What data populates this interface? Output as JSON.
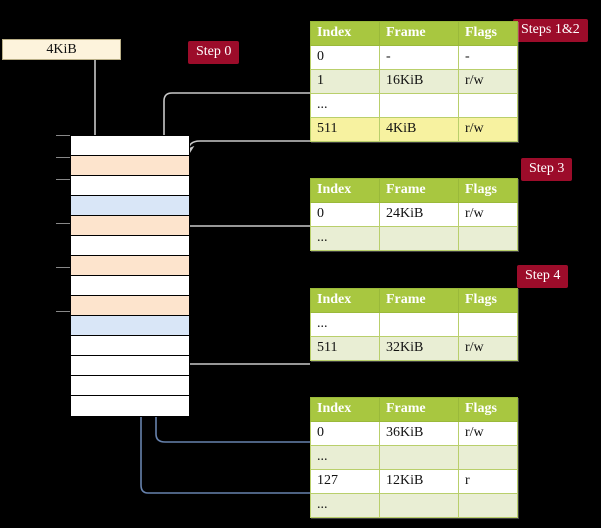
{
  "page": {
    "background": "#000000",
    "accent_badge": "#9c0c2a",
    "table_header": "#a8c740",
    "table_alt_row": "#e9eed4",
    "highlight_row": "#f7f2a0",
    "orange_frame": "#fde4cd",
    "blue_frame": "#d9e6f7"
  },
  "source_box": {
    "label": "4KiB"
  },
  "badges": {
    "step0": "Step 0",
    "steps12": "Steps 1&2",
    "step3": "Step 3",
    "step4": "Step 4"
  },
  "tables": [
    {
      "name": "pml4-table",
      "headers": [
        "Index",
        "Frame",
        "Flags"
      ],
      "rows": [
        {
          "style": "plain",
          "cells": [
            "0",
            "-",
            "-"
          ]
        },
        {
          "style": "alt",
          "cells": [
            "1",
            "16KiB",
            "r/w"
          ]
        },
        {
          "style": "plain",
          "cells": [
            "...",
            "",
            ""
          ]
        },
        {
          "style": "highlight",
          "cells": [
            "511",
            "4KiB",
            "r/w"
          ]
        }
      ]
    },
    {
      "name": "pdpt-table",
      "headers": [
        "Index",
        "Frame",
        "Flags"
      ],
      "rows": [
        {
          "style": "plain",
          "cells": [
            "0",
            "24KiB",
            "r/w"
          ]
        },
        {
          "style": "alt",
          "cells": [
            "...",
            "",
            ""
          ]
        }
      ]
    },
    {
      "name": "pd-table",
      "headers": [
        "Index",
        "Frame",
        "Flags"
      ],
      "rows": [
        {
          "style": "plain",
          "cells": [
            "...",
            "",
            ""
          ]
        },
        {
          "style": "alt",
          "cells": [
            "511",
            "32KiB",
            "r/w"
          ]
        }
      ]
    },
    {
      "name": "pt-table",
      "headers": [
        "Index",
        "Frame",
        "Flags"
      ],
      "rows": [
        {
          "style": "plain",
          "cells": [
            "0",
            "36KiB",
            "r/w"
          ]
        },
        {
          "style": "alt",
          "cells": [
            "...",
            "",
            ""
          ]
        },
        {
          "style": "plain",
          "cells": [
            "127",
            "12KiB",
            "r"
          ]
        },
        {
          "style": "alt",
          "cells": [
            "...",
            "",
            ""
          ]
        }
      ]
    }
  ],
  "memory_column": {
    "frames": [
      {
        "fill": "white"
      },
      {
        "fill": "orange"
      },
      {
        "fill": "white"
      },
      {
        "fill": "blue"
      },
      {
        "fill": "orange"
      },
      {
        "fill": "white"
      },
      {
        "fill": "orange"
      },
      {
        "fill": "white"
      },
      {
        "fill": "orange"
      },
      {
        "fill": "blue"
      },
      {
        "fill": "white"
      },
      {
        "fill": "white"
      },
      {
        "fill": "white"
      },
      {
        "fill": "white"
      }
    ]
  }
}
